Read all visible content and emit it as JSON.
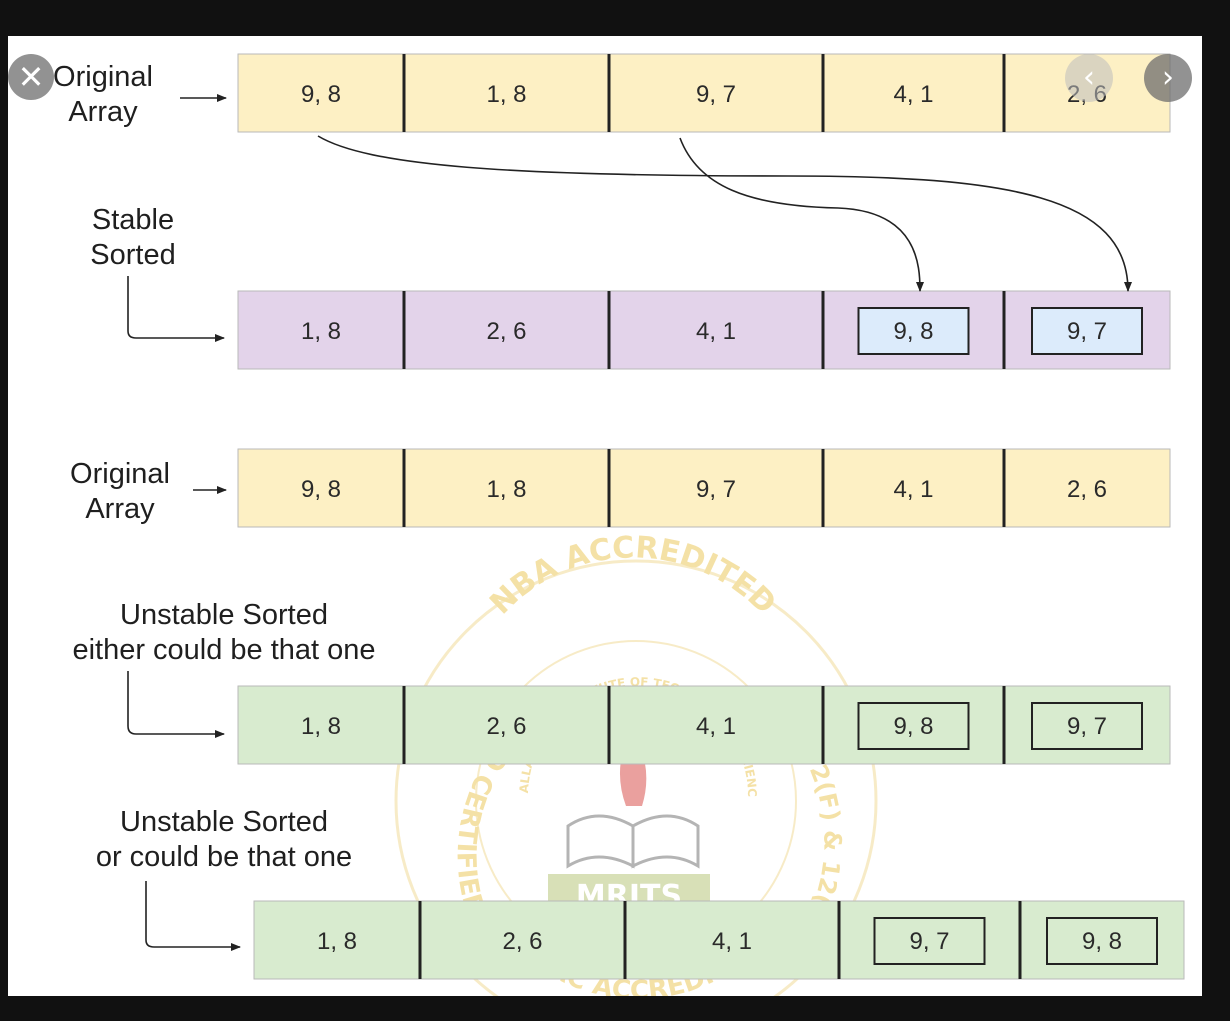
{
  "diagram": {
    "sections": [
      {
        "id": "original-1",
        "label_lines": [
          "Original",
          "Array"
        ],
        "cells": [
          "9, 8",
          "1, 8",
          "9, 7",
          "4, 1",
          "2, 6"
        ],
        "boxed": [
          false,
          false,
          false,
          false,
          false
        ],
        "fill": "#fdf0c4",
        "box_fill": "none"
      },
      {
        "id": "stable-sorted",
        "label_lines": [
          "Stable",
          "Sorted"
        ],
        "cells": [
          "1, 8",
          "2, 6",
          "4, 1",
          "9, 8",
          "9, 7"
        ],
        "boxed": [
          false,
          false,
          false,
          true,
          true
        ],
        "fill": "#e3d3ea",
        "box_fill": "#dcebfb"
      },
      {
        "id": "original-2",
        "label_lines": [
          "Original",
          "Array"
        ],
        "cells": [
          "9, 8",
          "1, 8",
          "9, 7",
          "4, 1",
          "2, 6"
        ],
        "boxed": [
          false,
          false,
          false,
          false,
          false
        ],
        "fill": "#fdf0c4",
        "box_fill": "none"
      },
      {
        "id": "unstable-sorted-1",
        "label_lines": [
          "Unstable Sorted",
          "either could be that one"
        ],
        "cells": [
          "1, 8",
          "2, 6",
          "4, 1",
          "9, 8",
          "9, 7"
        ],
        "boxed": [
          false,
          false,
          false,
          true,
          true
        ],
        "fill": "#d8ebcf",
        "box_fill": "none"
      },
      {
        "id": "unstable-sorted-2",
        "label_lines": [
          "Unstable Sorted",
          "or could be that one"
        ],
        "cells": [
          "1, 8",
          "2, 6",
          "4, 1",
          "9, 7",
          "9, 8"
        ],
        "boxed": [
          false,
          false,
          false,
          true,
          true
        ],
        "fill": "#d8ebcf",
        "box_fill": "none"
      }
    ]
  },
  "watermark": {
    "top_arc": "NBA ACCREDITED",
    "left_arc": "ISO CERTIFIED",
    "right_arc": "UGC 2(F) & 12(B)",
    "bottom_arc": "NAAC ACCREDITED",
    "inner_arc": "MALLA REDDY INSTITUTE OF TECHNOLOGY & SCIENCE",
    "banner": "MRITS",
    "colors": {
      "ring": "#f2dc9a",
      "text": "#ecc95e",
      "banner": "#b9c77e",
      "emblem": "#d9534f"
    }
  },
  "viewer": {
    "close_glyph": "✕",
    "prev_glyph": "‹",
    "next_glyph": "›"
  }
}
